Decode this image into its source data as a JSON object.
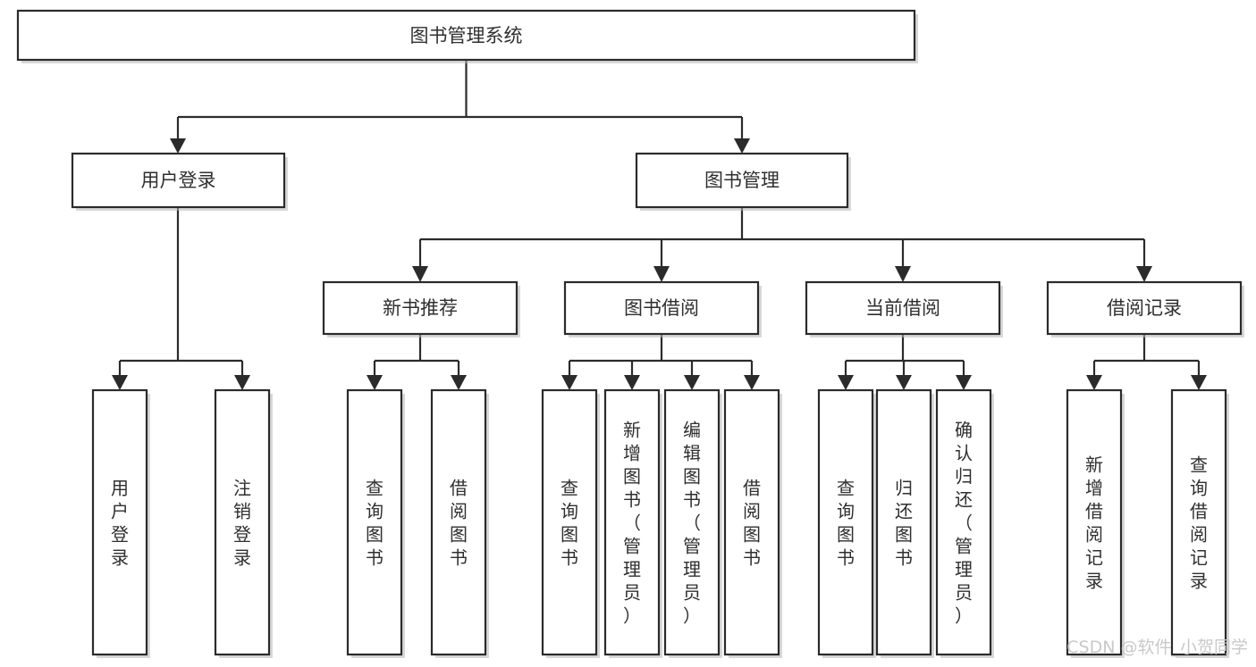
{
  "diagram": {
    "type": "tree-hierarchy-flowchart",
    "orientation": "top-down",
    "root": {
      "id": "root",
      "label": "图书管理系统",
      "text_orientation": "horizontal"
    },
    "level2": [
      {
        "id": "user-login",
        "label": "用户登录",
        "text_orientation": "horizontal"
      },
      {
        "id": "book-management",
        "label": "图书管理",
        "text_orientation": "horizontal"
      }
    ],
    "level3": [
      {
        "id": "new-book-recommend",
        "label": "新书推荐",
        "text_orientation": "horizontal",
        "parent": "book-management"
      },
      {
        "id": "book-borrow",
        "label": "图书借阅",
        "text_orientation": "horizontal",
        "parent": "book-management"
      },
      {
        "id": "current-borrow",
        "label": "当前借阅",
        "text_orientation": "horizontal",
        "parent": "book-management"
      },
      {
        "id": "borrow-record",
        "label": "借阅记录",
        "text_orientation": "horizontal",
        "parent": "book-management"
      }
    ],
    "leaves": [
      {
        "id": "leaf-user-login",
        "parent": "user-login",
        "text_orientation": "vertical",
        "chars": [
          "用",
          "户",
          "登",
          "录"
        ]
      },
      {
        "id": "leaf-logout",
        "parent": "user-login",
        "text_orientation": "vertical",
        "chars": [
          "注",
          "销",
          "登",
          "录"
        ]
      },
      {
        "id": "leaf-query-book-1",
        "parent": "new-book-recommend",
        "text_orientation": "vertical",
        "chars": [
          "查",
          "询",
          "图",
          "书"
        ]
      },
      {
        "id": "leaf-borrow-book-1",
        "parent": "new-book-recommend",
        "text_orientation": "vertical",
        "chars": [
          "借",
          "阅",
          "图",
          "书"
        ]
      },
      {
        "id": "leaf-query-book-2",
        "parent": "book-borrow",
        "text_orientation": "vertical",
        "chars": [
          "查",
          "询",
          "图",
          "书"
        ]
      },
      {
        "id": "leaf-add-book-admin",
        "parent": "book-borrow",
        "text_orientation": "vertical",
        "chars": [
          "新",
          "增",
          "图",
          "书",
          "（",
          "管",
          "理",
          "员",
          "）"
        ]
      },
      {
        "id": "leaf-edit-book-admin",
        "parent": "book-borrow",
        "text_orientation": "vertical",
        "chars": [
          "编",
          "辑",
          "图",
          "书",
          "（",
          "管",
          "理",
          "员",
          "）"
        ]
      },
      {
        "id": "leaf-borrow-book-2",
        "parent": "book-borrow",
        "text_orientation": "vertical",
        "chars": [
          "借",
          "阅",
          "图",
          "书"
        ]
      },
      {
        "id": "leaf-query-book-3",
        "parent": "current-borrow",
        "text_orientation": "vertical",
        "chars": [
          "查",
          "询",
          "图",
          "书"
        ]
      },
      {
        "id": "leaf-return-book",
        "parent": "current-borrow",
        "text_orientation": "vertical",
        "chars": [
          "归",
          "还",
          "图",
          "书"
        ]
      },
      {
        "id": "leaf-confirm-return-admin",
        "parent": "current-borrow",
        "text_orientation": "vertical",
        "chars": [
          "确",
          "认",
          "归",
          "还",
          "（",
          "管",
          "理",
          "员",
          "）"
        ]
      },
      {
        "id": "leaf-add-borrow-record",
        "parent": "borrow-record",
        "text_orientation": "vertical",
        "chars": [
          "新",
          "增",
          "借",
          "阅",
          "记",
          "录"
        ]
      },
      {
        "id": "leaf-query-borrow-record",
        "parent": "borrow-record",
        "text_orientation": "vertical",
        "chars": [
          "查",
          "询",
          "借",
          "阅",
          "记",
          "录"
        ]
      }
    ]
  },
  "watermark": {
    "label": "CSDN @软件_小贺同学"
  },
  "colors": {
    "box_stroke": "#2b2b2b",
    "box_fill": "#ffffff",
    "text": "#2f2f2f",
    "connector": "#2b2b2b",
    "watermark": "#c9c9c9",
    "shadow": "#b8b8b8",
    "background": "#ffffff"
  }
}
